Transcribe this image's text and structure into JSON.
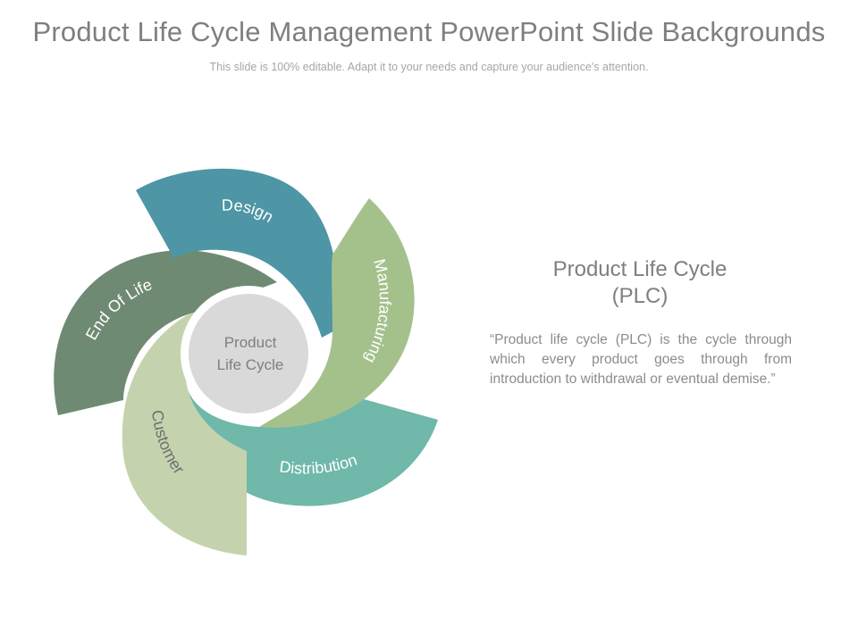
{
  "slide": {
    "title": "Product Life Cycle Management PowerPoint Slide Backgrounds",
    "subtitle": "This slide is 100% editable. Adapt it to your needs and capture your audience's attention."
  },
  "diagram": {
    "center_label_line1": "Product",
    "center_label_line2": "Life Cycle",
    "segments": [
      {
        "label": "Design",
        "color": "#4e96a5"
      },
      {
        "label": "Manufacturing",
        "color": "#a4c18c"
      },
      {
        "label": "Distribution",
        "color": "#6fb8aa"
      },
      {
        "label": "Customer",
        "color": "#c4d3ad"
      },
      {
        "label": "End Of Life",
        "color": "#6f8a73"
      }
    ],
    "center_color": "#d9d9d9",
    "ring_color": "#ffffff"
  },
  "side_panel": {
    "heading_line1": "Product Life Cycle",
    "heading_line2": "(PLC)",
    "body": "“Product life cycle (PLC) is the cycle through which every product goes through from introduction to withdrawal or eventual demise.”"
  }
}
